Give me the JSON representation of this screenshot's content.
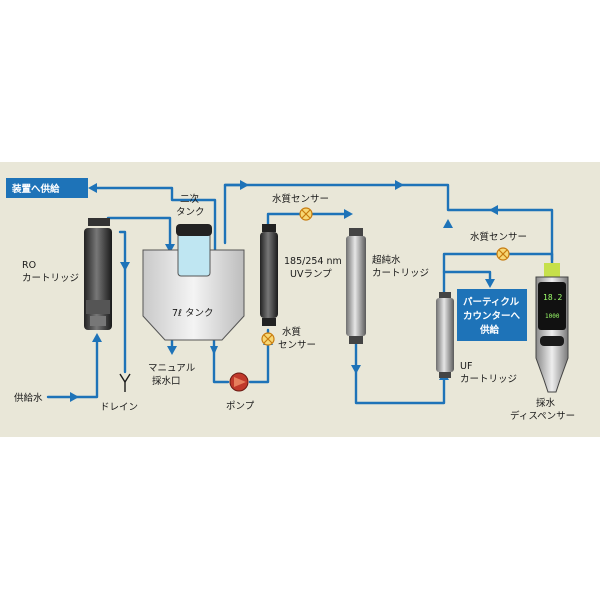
{
  "labels": {
    "supply_to_device": "装置へ供給",
    "secondary_tank_1": "二次",
    "secondary_tank_2": "タンク",
    "ro_1": "RO",
    "ro_2": "カートリッジ",
    "tank": "7ℓ タンク",
    "feed_water": "供給水",
    "drain": "ドレイン",
    "manual_1": "マニュアル",
    "manual_2": "採水口",
    "pump": "ポンプ",
    "wq_sensor_top": "水質センサー",
    "uv_1": "185/254 nm",
    "uv_2": "UVランプ",
    "wq_sensor_mid_1": "水質",
    "wq_sensor_mid_2": "センサー",
    "ultrapure_1": "超純水",
    "ultrapure_2": "カートリッジ",
    "wq_sensor_right": "水質センサー",
    "particle_1": "パーティクル",
    "particle_2": "カウンターへ",
    "particle_3": "供給",
    "uf_1": "UF",
    "uf_2": "カートリッジ",
    "dispenser_1": "採水",
    "dispenser_2": "ディスペンサー",
    "display_value": "18.2",
    "display_sub": "1000"
  },
  "colors": {
    "panel_bg": "#e9e7d8",
    "pipe": "#1e73b8",
    "label_box": "#1e73b8",
    "sensor": "#f2b31e"
  }
}
